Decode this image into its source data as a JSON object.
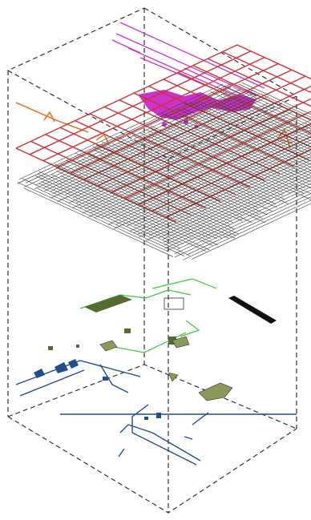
{
  "figure": {
    "description_text": "",
    "colors": {
      "frame": "#333333",
      "magenta_layer": "#cc33cc",
      "orange_layer": "#e07a2a",
      "red_layer": "#cc3333",
      "street_layer": "#3a3a3a",
      "green_layer": "#33cc33",
      "dark_green_layer": "#556b2f",
      "olive_fill": "#8a9a5b",
      "blue_layer": "#1f4e8c",
      "black_bar": "#111111"
    },
    "layers": [
      {
        "id": "magenta-lines",
        "color_key": "magenta_layer"
      },
      {
        "id": "orange-accents",
        "color_key": "orange_layer"
      },
      {
        "id": "red-grid",
        "color_key": "red_layer"
      },
      {
        "id": "street-network",
        "color_key": "street_layer"
      },
      {
        "id": "green-outlines",
        "color_key": "green_layer"
      },
      {
        "id": "olive-patches",
        "color_key": "olive_fill"
      },
      {
        "id": "blue-network",
        "color_key": "blue_layer"
      }
    ]
  }
}
